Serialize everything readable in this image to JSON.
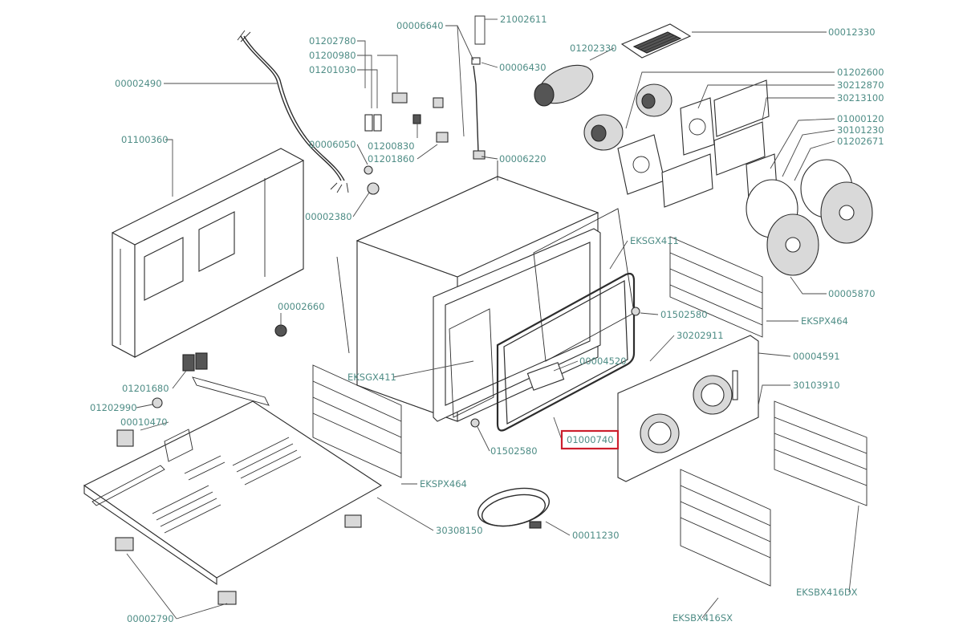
{
  "highlight_color": "#cc1f2d",
  "label_color": "#4f8d86",
  "labels": {
    "p00002490": "00002490",
    "p01202780": "01202780",
    "p01200980": "01200980",
    "p01201030": "01201030",
    "p00006640": "00006640",
    "p21002611": "21002611",
    "p01202330": "01202330",
    "p00012330": "00012330",
    "p00006430": "00006430",
    "p01202600": "01202600",
    "p30212870": "30212870",
    "p30213100": "30213100",
    "p01000120": "01000120",
    "p30101230": "30101230",
    "p01202671": "01202671",
    "p01100360": "01100360",
    "p00006050": "00006050",
    "p01200830": "01200830",
    "p01201860": "01201860",
    "p00006220": "00006220",
    "p00002380": "00002380",
    "pEKSGX411_top": "EKSGX411",
    "p00005870": "00005870",
    "p00002660": "00002660",
    "p01502580_right": "01502580",
    "pEKSPX464_right": "EKSPX464",
    "p30202911": "30202911",
    "p00004520": "00004520",
    "pEKSGX411_mid": "EKSGX411",
    "p00004591": "00004591",
    "p30103910": "30103910",
    "p01201680": "01201680",
    "p01202990": "01202990",
    "p00010470": "00010470",
    "p01000740": "01000740",
    "p01502580_bottom": "01502580",
    "pEKSPX464_left": "EKSPX464",
    "p30308150": "30308150",
    "p00011230": "00011230",
    "p00002790": "00002790",
    "pEKSBX416SX": "EKSBX416SX",
    "pEKSBX416DX": "EKSBX416DX"
  },
  "highlighted_part": "01000740"
}
